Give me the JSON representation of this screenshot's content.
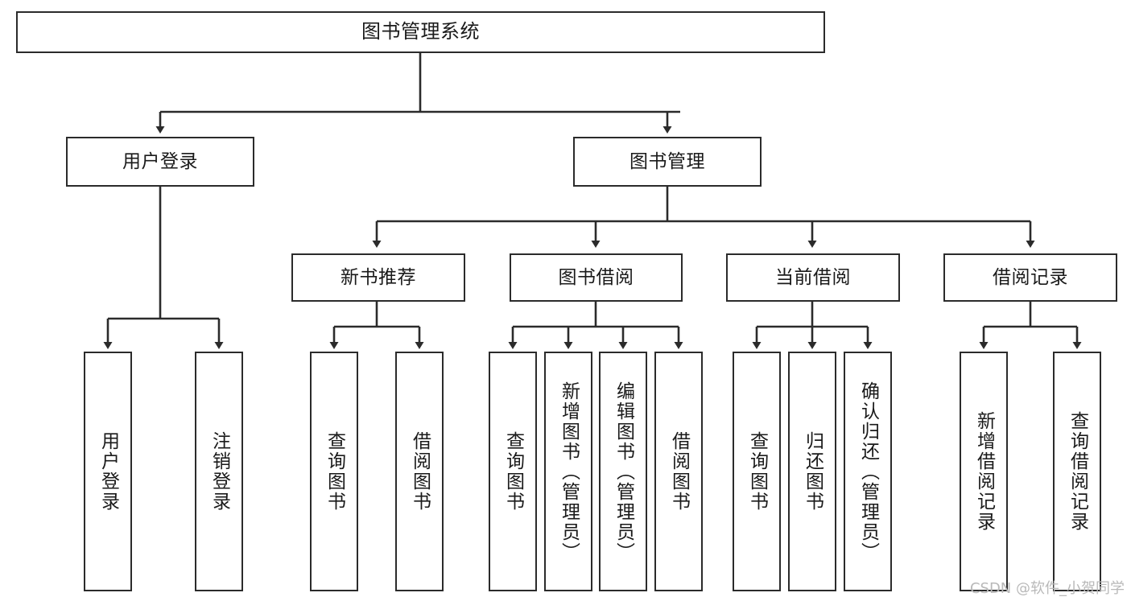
{
  "diagram": {
    "title": "图书管理系统",
    "type": "tree-hierarchy-diagram",
    "colors": {
      "box_border": "#2b2b2b",
      "box_fill": "#ffffff",
      "edge": "#2b2b2b",
      "text": "#1a1a1a",
      "watermark": "#b9b9b9",
      "background": "#ffffff"
    },
    "root": {
      "label": "图书管理系统"
    },
    "level2": [
      {
        "label": "用户登录"
      },
      {
        "label": "图书管理"
      }
    ],
    "level3": [
      {
        "label": "新书推荐"
      },
      {
        "label": "图书借阅"
      },
      {
        "label": "当前借阅"
      },
      {
        "label": "借阅记录"
      }
    ],
    "leaves": {
      "user_login": [
        {
          "label": "用户登录"
        },
        {
          "label": "注销登录"
        }
      ],
      "new_book_recommend": [
        {
          "label": "查询图书"
        },
        {
          "label": "借阅图书"
        }
      ],
      "book_borrow": [
        {
          "label": "查询图书"
        },
        {
          "label": "新增图书（管理员）"
        },
        {
          "label": "编辑图书（管理员）"
        },
        {
          "label": "借阅图书"
        }
      ],
      "current_borrow": [
        {
          "label": "查询图书"
        },
        {
          "label": "归还图书"
        },
        {
          "label": "确认归还（管理员）"
        }
      ],
      "borrow_records": [
        {
          "label": "新增借阅记录"
        },
        {
          "label": "查询借阅记录"
        }
      ]
    }
  },
  "watermark": {
    "text": "CSDN @软件_小贺同学"
  }
}
